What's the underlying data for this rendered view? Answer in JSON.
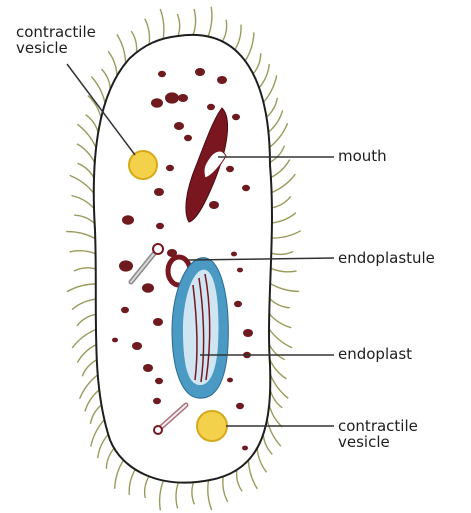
{
  "labels": {
    "contractile_vesicle_top": "contractile\nvesicle",
    "mouth": "mouth",
    "endoplastule": "endoplastule",
    "endoplast": "endoplast",
    "contractile_vesicle_bottom": "contractile\nvesicle"
  },
  "colors": {
    "outline": "#1e1e1e",
    "cilia": "#9a9a5c",
    "granules": "#6e1a1e",
    "mouth": "#7a1620",
    "endoplast_outer": "#4a9ac4",
    "endoplast_inner": "#cfe6f2",
    "vesicle_fill": "#f4d14a",
    "vesicle_stroke": "#d7a91a",
    "leader_lines": "#333333"
  }
}
